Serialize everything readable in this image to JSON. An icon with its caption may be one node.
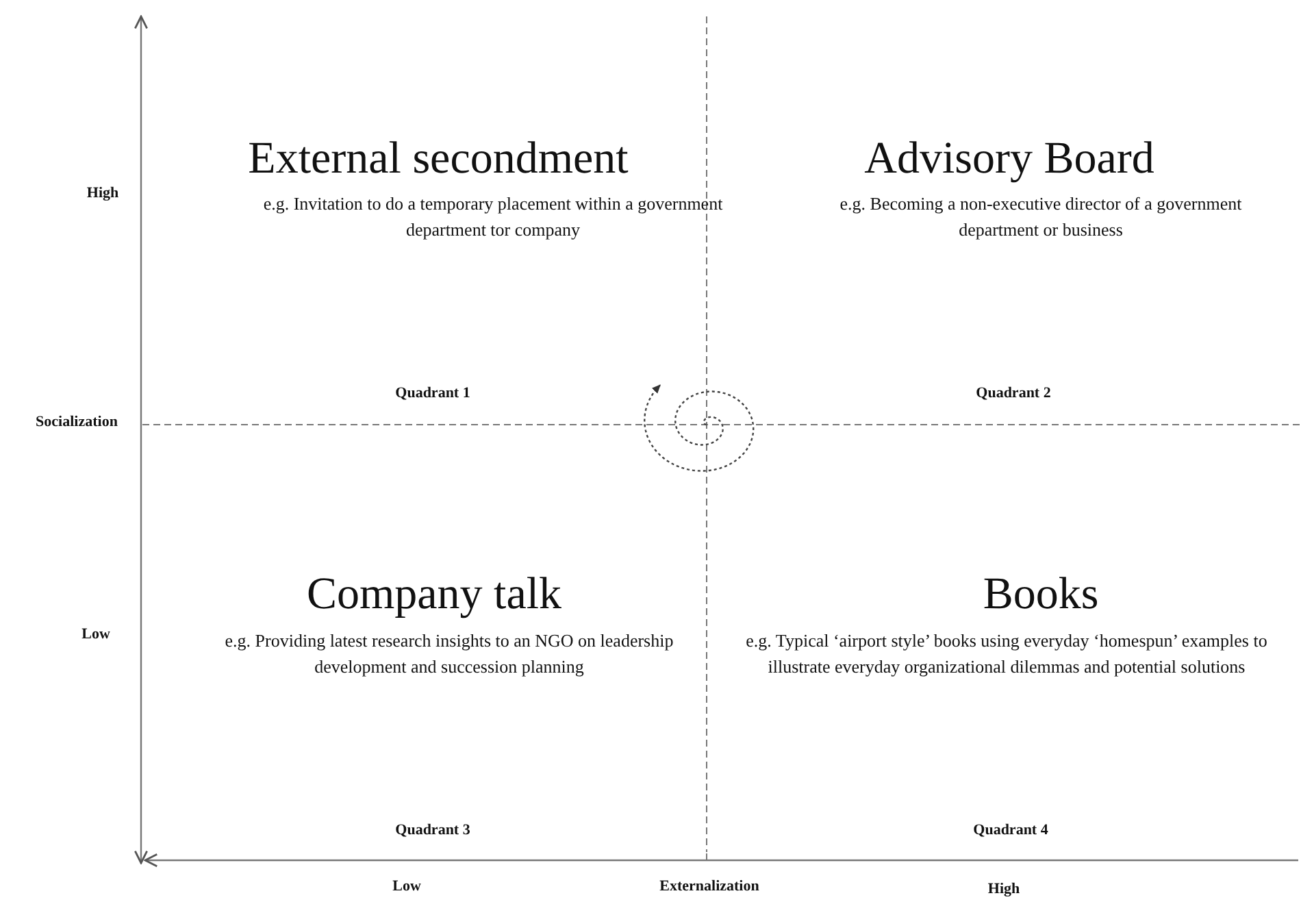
{
  "diagram": {
    "labels": [
      "External secondment",
      "Advisory Board",
      "High",
      "e.g. Invitation to do a temporary placement within a government department tor company",
      "e.g. Becoming a non-executive director of a government department or business",
      "Quadrant 1",
      "Quadrant 2",
      "Socialization",
      "Company talk",
      "Books",
      "Low",
      "e.g. Providing latest research insights to an NGO on leadership development and succession planning",
      "e.g. Typical ‘airport style’ books using everyday ‘homespun’ examples to illustrate everyday organizational dilemmas and potential solutions",
      "Quadrant 3",
      "Quadrant 4",
      "Low",
      "Externalization",
      "High"
    ]
  }
}
